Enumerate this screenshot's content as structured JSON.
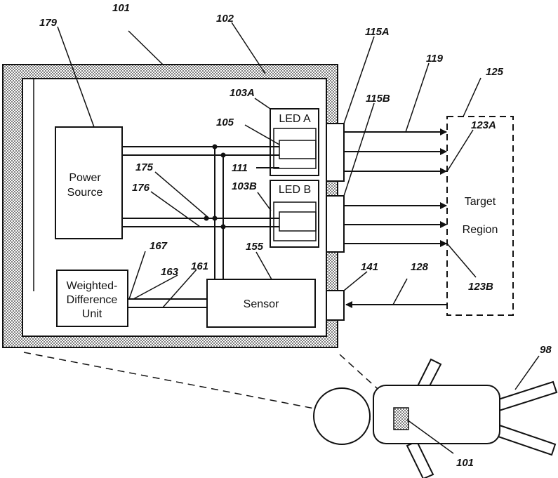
{
  "labels": {
    "power_source": [
      "Power",
      "Source"
    ],
    "led_a": "LED A",
    "led_b": "LED B",
    "sensor": "Sensor",
    "weighted_difference_unit": [
      "Weighted-",
      "Difference",
      "Unit"
    ],
    "target_region": [
      "Target",
      "Region"
    ]
  },
  "refs": {
    "r101_top": "101",
    "r102": "102",
    "r179": "179",
    "r103A": "103A",
    "r105": "105",
    "r111": "111",
    "r175": "175",
    "r176": "176",
    "r103B": "103B",
    "r167": "167",
    "r163": "163",
    "r161": "161",
    "r155": "155",
    "r115A": "115A",
    "r115B": "115B",
    "r119": "119",
    "r125": "125",
    "r123A": "123A",
    "r123B": "123B",
    "r141": "141",
    "r128": "128",
    "r98": "98",
    "r101_bottom": "101"
  },
  "colors": {
    "ink": "#111111",
    "paper": "#ffffff"
  }
}
